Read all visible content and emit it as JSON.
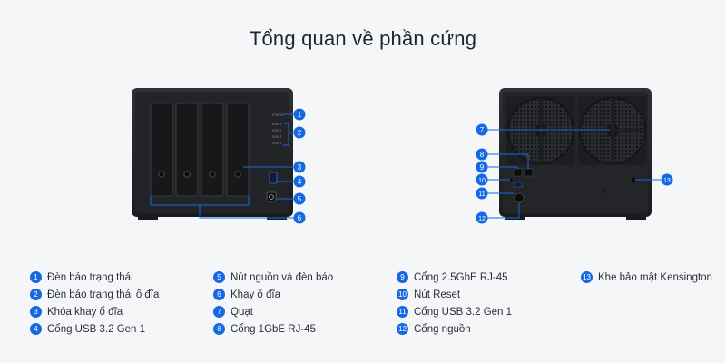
{
  "title": "Tổng quan về phần cứng",
  "front_callouts": [
    "1",
    "2",
    "3",
    "4",
    "5",
    "6"
  ],
  "rear_callouts": [
    "7",
    "8",
    "9",
    "10",
    "11",
    "12",
    "13"
  ],
  "front_led_labels": [
    "STATUS",
    "DISK 1",
    "DISK 2",
    "DISK 3",
    "DISK 4"
  ],
  "accent_color": "#1668e3",
  "legend": {
    "columns": [
      [
        {
          "num": "1",
          "label": "Đèn báo trạng thái"
        },
        {
          "num": "2",
          "label": "Đèn báo trạng thái ổ đĩa"
        },
        {
          "num": "3",
          "label": "Khóa khay ổ đĩa"
        },
        {
          "num": "4",
          "label": "Cổng USB 3.2 Gen 1"
        }
      ],
      [
        {
          "num": "5",
          "label": "Nút nguồn và đèn báo"
        },
        {
          "num": "6",
          "label": "Khay ổ đĩa"
        },
        {
          "num": "7",
          "label": "Quạt"
        },
        {
          "num": "8",
          "label": "Cổng 1GbE RJ-45"
        }
      ],
      [
        {
          "num": "9",
          "label": "Cổng 2.5GbE RJ-45"
        },
        {
          "num": "10",
          "label": "Nút Reset"
        },
        {
          "num": "11",
          "label": "Cổng USB 3.2 Gen 1"
        },
        {
          "num": "12",
          "label": "Cổng nguồn"
        }
      ],
      [
        {
          "num": "13",
          "label": "Khe bảo mật Kensington"
        }
      ]
    ]
  }
}
